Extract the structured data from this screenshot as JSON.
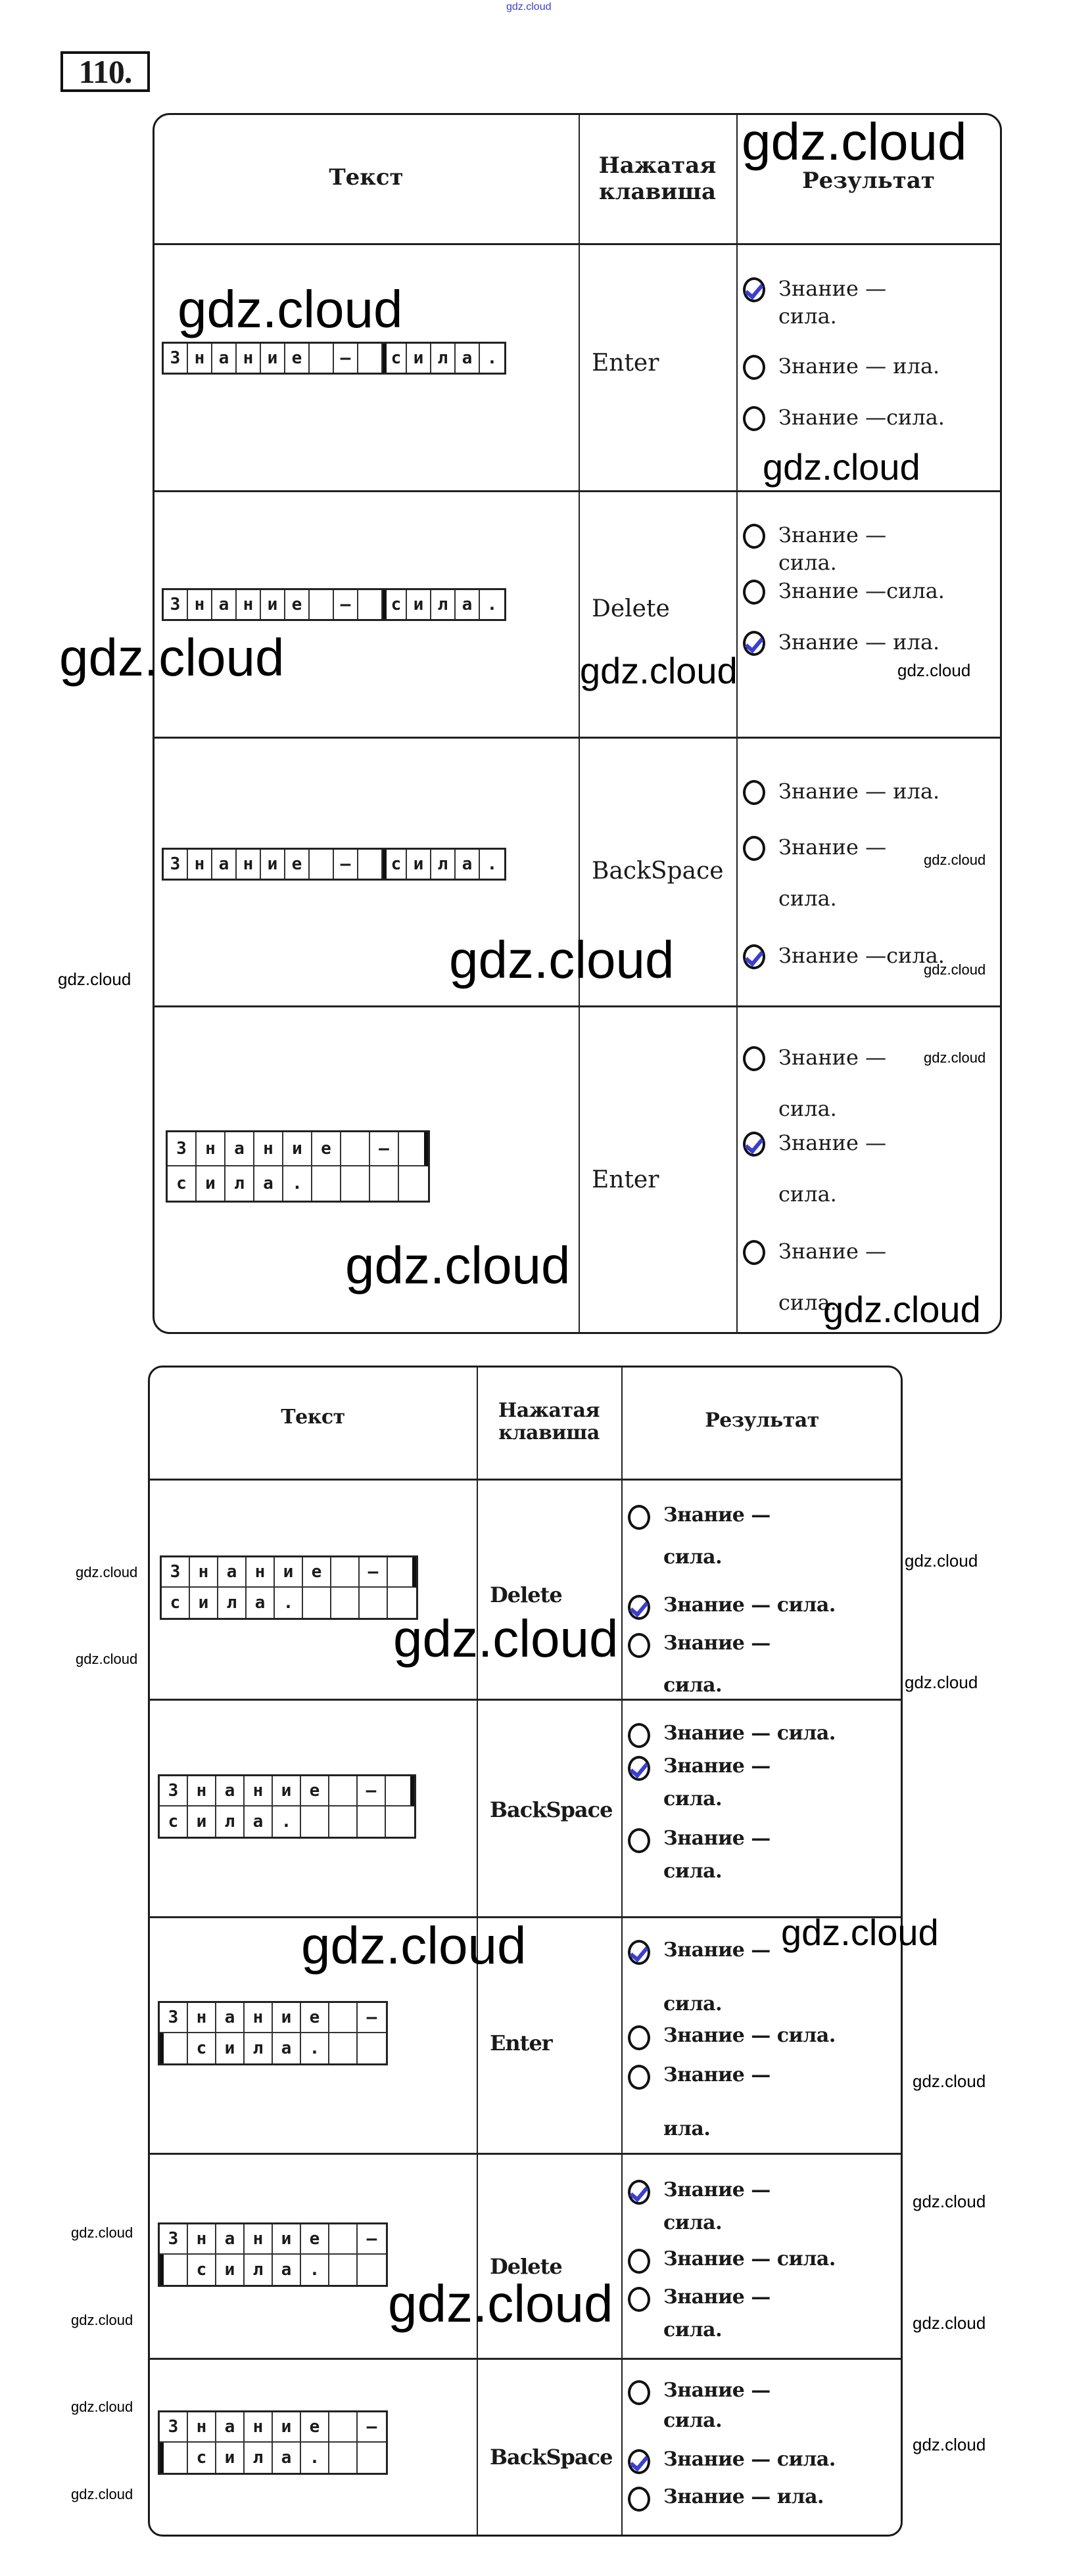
{
  "site_mark": "gdz.cloud",
  "task_number": "110.",
  "accent_check_color": "#3a3fd0",
  "table1": {
    "headers": {
      "text": "Текст",
      "key": "Нажатая клавиша",
      "result": "Результат"
    },
    "rows": [
      {
        "grid_rows": [
          [
            "З",
            "н",
            "а",
            "н",
            "и",
            "е",
            " ",
            "—",
            " ",
            "с",
            "и",
            "л",
            "а",
            "."
          ]
        ],
        "cursor": {
          "row": 0,
          "col": 9,
          "side": "left"
        },
        "key": "Enter",
        "options": [
          {
            "text": "Знание — сила.",
            "checked": true
          },
          {
            "text": "Знание — ила.",
            "checked": false
          },
          {
            "text": "Знание —сила.",
            "checked": false
          }
        ]
      },
      {
        "grid_rows": [
          [
            "З",
            "н",
            "а",
            "н",
            "и",
            "е",
            " ",
            "—",
            " ",
            "с",
            "и",
            "л",
            "а",
            "."
          ]
        ],
        "cursor": {
          "row": 0,
          "col": 9,
          "side": "left"
        },
        "key": "Delete",
        "options": [
          {
            "text": "Знание — сила.",
            "checked": false
          },
          {
            "text": "Знание —сила.",
            "checked": false
          },
          {
            "text": "Знание — ила.",
            "checked": true
          }
        ]
      },
      {
        "grid_rows": [
          [
            "З",
            "н",
            "а",
            "н",
            "и",
            "е",
            " ",
            "—",
            " ",
            "с",
            "и",
            "л",
            "а",
            "."
          ]
        ],
        "cursor": {
          "row": 0,
          "col": 9,
          "side": "left"
        },
        "key": "BackSpace",
        "options": [
          {
            "text": "Знание — ила.",
            "checked": false
          },
          {
            "text": "Знание — сила.",
            "checked": false
          },
          {
            "text": "Знание —сила.",
            "checked": true
          }
        ]
      },
      {
        "grid_rows": [
          [
            "З",
            "н",
            "а",
            "н",
            "и",
            "е",
            " ",
            "—",
            " "
          ],
          [
            "с",
            "и",
            "л",
            "а",
            ".",
            " ",
            " ",
            " ",
            " "
          ]
        ],
        "cursor": {
          "row": 0,
          "col": 8,
          "side": "right"
        },
        "key": "Enter",
        "options": [
          {
            "text": "Знание — сила.",
            "checked": false
          },
          {
            "text": "Знание — сила.",
            "checked": true
          },
          {
            "text": "Знание — сила.",
            "checked": false
          }
        ]
      }
    ]
  },
  "table2": {
    "headers": {
      "text": "Текст",
      "key": "Нажатая клавиша",
      "result": "Результат"
    },
    "rows": [
      {
        "grid_rows": [
          [
            "З",
            "н",
            "а",
            "н",
            "и",
            "е",
            " ",
            "—",
            " "
          ],
          [
            "с",
            "и",
            "л",
            "а",
            ".",
            " ",
            " ",
            " ",
            " "
          ]
        ],
        "cursor": {
          "row": 0,
          "col": 8,
          "side": "right"
        },
        "key": "Delete",
        "options": [
          {
            "text": "Знание — сила.",
            "checked": false
          },
          {
            "text": "Знание — сила.",
            "checked": true
          },
          {
            "text": "Знание — сила.",
            "checked": false
          }
        ]
      },
      {
        "grid_rows": [
          [
            "З",
            "н",
            "а",
            "н",
            "и",
            "е",
            " ",
            "—",
            " "
          ],
          [
            "с",
            "и",
            "л",
            "а",
            ".",
            " ",
            " ",
            " ",
            " "
          ]
        ],
        "cursor": {
          "row": 0,
          "col": 8,
          "side": "right"
        },
        "key": "BackSpace",
        "options": [
          {
            "text": "Знание — сила.",
            "checked": false
          },
          {
            "text": "Знание — сила.",
            "checked": true
          },
          {
            "text": "Знание — сила.",
            "checked": false
          }
        ]
      },
      {
        "grid_rows": [
          [
            "З",
            "н",
            "а",
            "н",
            "и",
            "е",
            " ",
            "—"
          ],
          [
            " ",
            "с",
            "и",
            "л",
            "а",
            ".",
            " ",
            " "
          ]
        ],
        "cursor": {
          "row": 1,
          "col": 0,
          "side": "left"
        },
        "key": "Enter",
        "options": [
          {
            "text": "Знание — сила.",
            "checked": true
          },
          {
            "text": "Знание — сила.",
            "checked": false
          },
          {
            "text": "Знание — ила.",
            "checked": false
          }
        ]
      },
      {
        "grid_rows": [
          [
            "З",
            "н",
            "а",
            "н",
            "и",
            "е",
            " ",
            "—"
          ],
          [
            " ",
            "с",
            "и",
            "л",
            "а",
            ".",
            " ",
            " "
          ]
        ],
        "cursor": {
          "row": 1,
          "col": 0,
          "side": "left"
        },
        "key": "Delete",
        "options": [
          {
            "text": "Знание — сила.",
            "checked": true
          },
          {
            "text": "Знание — сила.",
            "checked": false
          },
          {
            "text": "Знание — сила.",
            "checked": false
          }
        ]
      },
      {
        "grid_rows": [
          [
            "З",
            "н",
            "а",
            "н",
            "и",
            "е",
            " ",
            "—"
          ],
          [
            " ",
            "с",
            "и",
            "л",
            "а",
            ".",
            " ",
            " "
          ]
        ],
        "cursor": {
          "row": 1,
          "col": 0,
          "side": "left"
        },
        "key": "BackSpace",
        "options": [
          {
            "text": "Знание — сила.",
            "checked": false
          },
          {
            "text": "Знание — сила.",
            "checked": true
          },
          {
            "text": "Знание — ила.",
            "checked": false
          }
        ]
      }
    ]
  },
  "option_lines": {
    "t1r0": [
      [
        "Знание —",
        "сила."
      ],
      [
        "Знание — ила."
      ],
      [
        "Знание —сила."
      ]
    ],
    "t1r1": [
      [
        "Знание —",
        "сила."
      ],
      [
        "Знание —сила."
      ],
      [
        "Знание — ила."
      ]
    ],
    "t1r2": [
      [
        "Знание — ила."
      ],
      [
        "Знание —",
        "сила."
      ],
      [
        "Знание —сила."
      ]
    ],
    "t1r3": [
      [
        "Знание —",
        "сила."
      ],
      [
        "Знание —",
        "сила."
      ],
      [
        "Знание —",
        "сила."
      ]
    ],
    "t2r0": [
      [
        "Знание —",
        "сила."
      ],
      [
        "Знание — сила."
      ],
      [
        "Знание —",
        "сила."
      ]
    ],
    "t2r1": [
      [
        "Знание — сила."
      ],
      [
        "Знание —",
        "сила."
      ],
      [
        "Знание —",
        "сила."
      ]
    ],
    "t2r2": [
      [
        "Знание —",
        "сила."
      ],
      [
        "Знание — сила."
      ],
      [
        "Знание —",
        "ила."
      ]
    ],
    "t2r3": [
      [
        "Знание —",
        "сила."
      ],
      [
        "Знание — сила."
      ],
      [
        "Знание —",
        "сила."
      ]
    ],
    "t2r4": [
      [
        "Знание —",
        "сила."
      ],
      [
        "Знание — сила."
      ],
      [
        "Знание — ила."
      ]
    ]
  }
}
